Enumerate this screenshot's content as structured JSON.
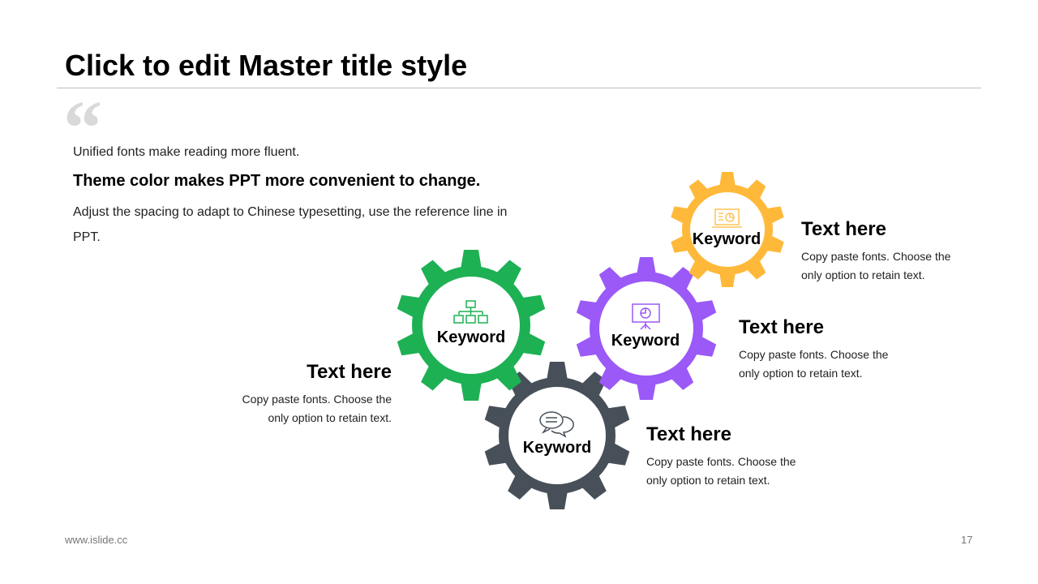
{
  "title": "Click to edit Master title style",
  "intro": {
    "line1": "Unified fonts make reading more fluent.",
    "line2": "Theme color makes PPT more convenient to change.",
    "line3": "Adjust the spacing to adapt to Chinese typesetting, use the reference line in PPT."
  },
  "gears": [
    {
      "keyword": "Keyword",
      "icon": "org-chart-icon",
      "color": "#1db154",
      "heading": "Text here",
      "body": "Copy paste fonts. Choose the only option to retain text."
    },
    {
      "keyword": "Keyword",
      "icon": "presentation-board-icon",
      "color": "#9b59f7",
      "heading": "Text here",
      "body": "Copy paste fonts. Choose the only option to retain text."
    },
    {
      "keyword": "Keyword",
      "icon": "chat-bubbles-icon",
      "color": "#475059",
      "heading": "Text here",
      "body": "Copy paste fonts. Choose the only option to retain text."
    },
    {
      "keyword": "Keyword",
      "icon": "laptop-chart-icon",
      "color": "#ffb93a",
      "heading": "Text here",
      "body": "Copy paste fonts. Choose the only option to retain text."
    }
  ],
  "footer": {
    "site": "www.islide.cc",
    "page": "17"
  }
}
